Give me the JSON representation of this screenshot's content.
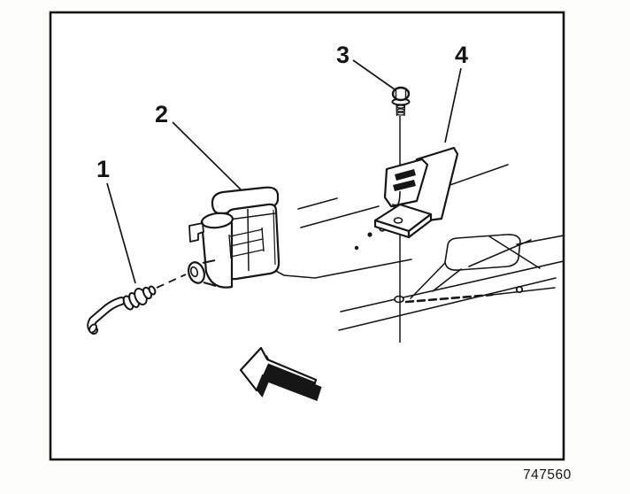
{
  "diagram": {
    "title_hint": "exploded parts illustration",
    "callouts": [
      {
        "number": "1"
      },
      {
        "number": "2"
      },
      {
        "number": "3"
      },
      {
        "number": "4"
      }
    ],
    "figure_number": "747560"
  },
  "colors": {
    "ink": "#161616",
    "paper": "#fdfdfc"
  }
}
